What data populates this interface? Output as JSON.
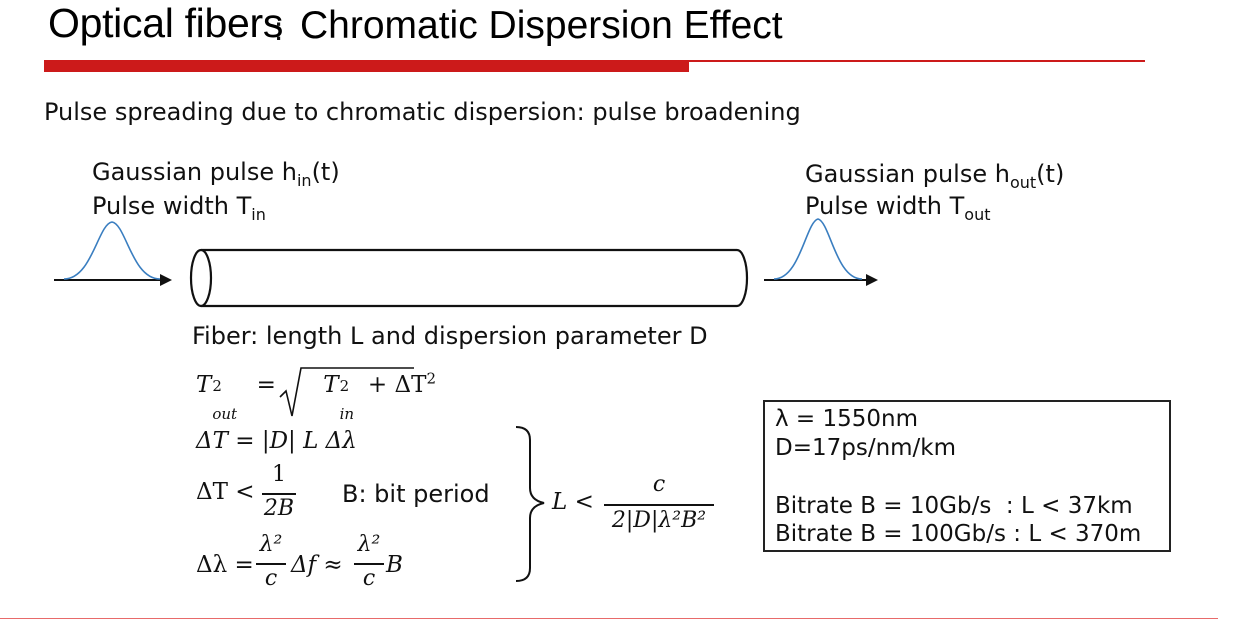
{
  "title": {
    "main": "Optical fibers",
    "separator": ":",
    "sub": "Chromatic Dispersion Effect"
  },
  "intro": "Pulse spreading due to chromatic dispersion: pulse broadening",
  "input_pulse": {
    "line1_prefix": "Gaussian pulse h",
    "line1_sub": "in",
    "line1_suffix": "(t)",
    "line2_prefix": "Pulse width T",
    "line2_sub": "in"
  },
  "output_pulse": {
    "line1_prefix": "Gaussian pulse h",
    "line1_sub": "out",
    "line1_suffix": "(t)",
    "line2_prefix": "Pulse width T",
    "line2_sub": "out"
  },
  "fiber_caption": "Fiber: length L and dispersion parameter D",
  "equations": {
    "eq1_lhs_T": "T",
    "eq1_lhs_sub": "out",
    "eq1_lhs_sup": "2",
    "eq1_eq": "=",
    "eq1_rhs_T": "T",
    "eq1_rhs_sub": "in",
    "eq1_rhs_sup": "2",
    "eq1_plus": "+ ΔT",
    "eq1_plus_sup": "2",
    "eq2": "ΔT = |D| L Δλ",
    "eq3_lhs": "ΔT <",
    "eq3_num": "1",
    "eq3_den": "2B",
    "bit_period": "B: bit period",
    "eq4_lhs": "Δλ =",
    "eq4_num1": "λ²",
    "eq4_den1": "c",
    "eq4_mid": "Δf ≈",
    "eq4_num2": "λ²",
    "eq4_den2": "c",
    "eq4_tail": "B",
    "result_lhs": "L <",
    "result_num": "c",
    "result_den": "2|D|λ²B²"
  },
  "info_box": {
    "line1": "λ = 1550nm",
    "line2": "D=17ps/nm/km",
    "line3": "Bitrate B = 10Gb/s  : L < 37km",
    "line4": "Bitrate B = 100Gb/s : L < 370m"
  },
  "colors": {
    "accent_red": "#cc1a1a",
    "pulse_blue": "#3a7ec0"
  }
}
